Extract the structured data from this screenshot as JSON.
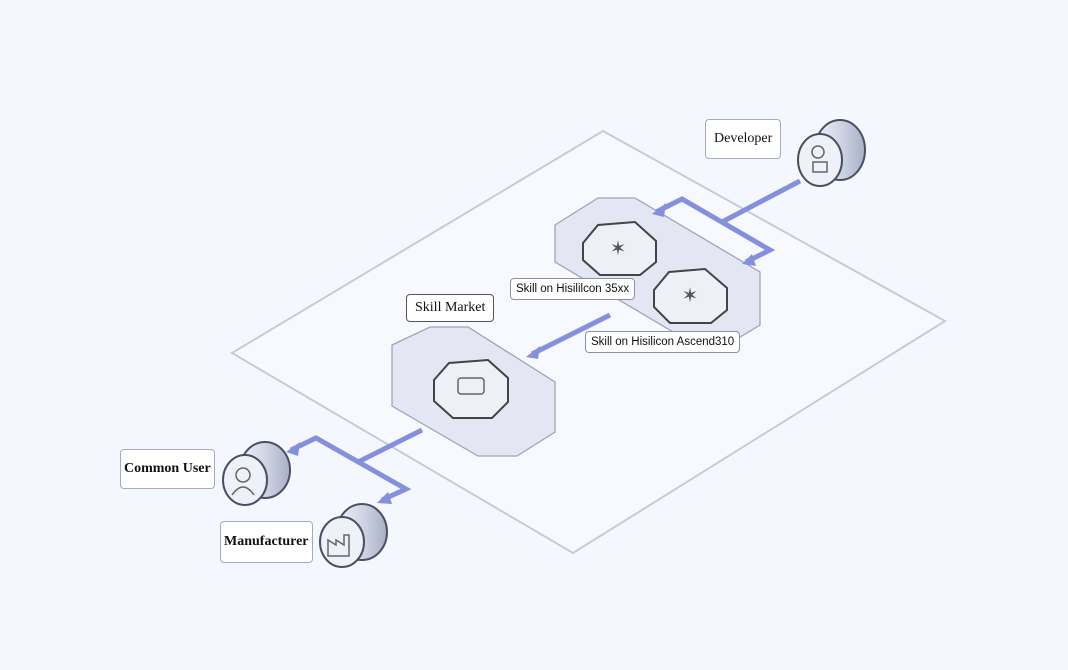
{
  "labels": {
    "developer": "Developer",
    "skill_35xx": "Skill on Hisililcon 35xx",
    "skill_ascend": "Skill on Hisilicon Ascend310",
    "skill_market": "Skill Market",
    "common_user": "Common User",
    "manufacturer": "Manufacturer"
  },
  "colors": {
    "arrow": "#8590dc",
    "plane": "#c8cad8",
    "node_stroke": "#4a4f63"
  }
}
